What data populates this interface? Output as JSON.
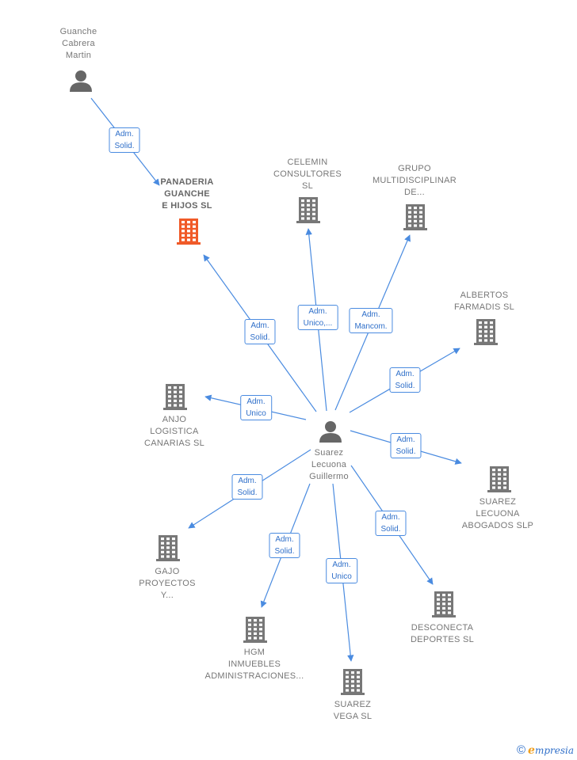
{
  "colors": {
    "edge": "#4a8be0",
    "company": "#777777",
    "highlight": "#f05a28",
    "person": "#666666"
  },
  "nodes": [
    {
      "id": "guanche",
      "type": "person",
      "label": "Guanche\nCabrera\nMartin"
    },
    {
      "id": "panaderia",
      "type": "company",
      "label": "PANADERIA\nGUANCHE\nE HIJOS  SL",
      "highlight": true
    },
    {
      "id": "celemin",
      "type": "company",
      "label": "CELEMIN\nCONSULTORES\nSL"
    },
    {
      "id": "grupo",
      "type": "company",
      "label": "GRUPO\nMULTIDISCIPLINAR\nDE..."
    },
    {
      "id": "albertos",
      "type": "company",
      "label": "ALBERTOS\nFARMADIS  SL"
    },
    {
      "id": "anjo",
      "type": "company",
      "label": "ANJO\nLOGISTICA\nCANARIAS  SL"
    },
    {
      "id": "suarez",
      "type": "person",
      "label": "Suarez\nLecuona\nGuillermo"
    },
    {
      "id": "suarezlec",
      "type": "company",
      "label": "SUAREZ\nLECUONA\nABOGADOS  SLP"
    },
    {
      "id": "gajo",
      "type": "company",
      "label": "GAJO\nPROYECTOS\nY..."
    },
    {
      "id": "desconecta",
      "type": "company",
      "label": "DESCONECTA\nDEPORTES  SL"
    },
    {
      "id": "hgm",
      "type": "company",
      "label": "HGM\nINMUEBLES\nADMINISTRACIONES..."
    },
    {
      "id": "suarezvega",
      "type": "company",
      "label": "SUAREZ\nVEGA SL"
    }
  ],
  "edges": [
    {
      "from": "guanche",
      "to": "panaderia",
      "label": "Adm.\nSolid."
    },
    {
      "from": "suarez",
      "to": "panaderia",
      "label": "Adm.\nSolid."
    },
    {
      "from": "suarez",
      "to": "celemin",
      "label": "Adm.\nUnico,..."
    },
    {
      "from": "suarez",
      "to": "grupo",
      "label": "Adm.\nMancom."
    },
    {
      "from": "suarez",
      "to": "albertos",
      "label": "Adm.\nSolid."
    },
    {
      "from": "suarez",
      "to": "anjo",
      "label": "Adm.\nUnico"
    },
    {
      "from": "suarez",
      "to": "suarezlec",
      "label": "Adm.\nSolid."
    },
    {
      "from": "suarez",
      "to": "gajo",
      "label": "Adm.\nSolid."
    },
    {
      "from": "suarez",
      "to": "desconecta",
      "label": "Adm.\nSolid."
    },
    {
      "from": "suarez",
      "to": "hgm",
      "label": "Adm.\nSolid."
    },
    {
      "from": "suarez",
      "to": "suarezvega",
      "label": "Adm.\nUnico"
    }
  ],
  "footer": {
    "copyright": "©",
    "brand_initial": "e",
    "brand_rest": "mpresia"
  }
}
